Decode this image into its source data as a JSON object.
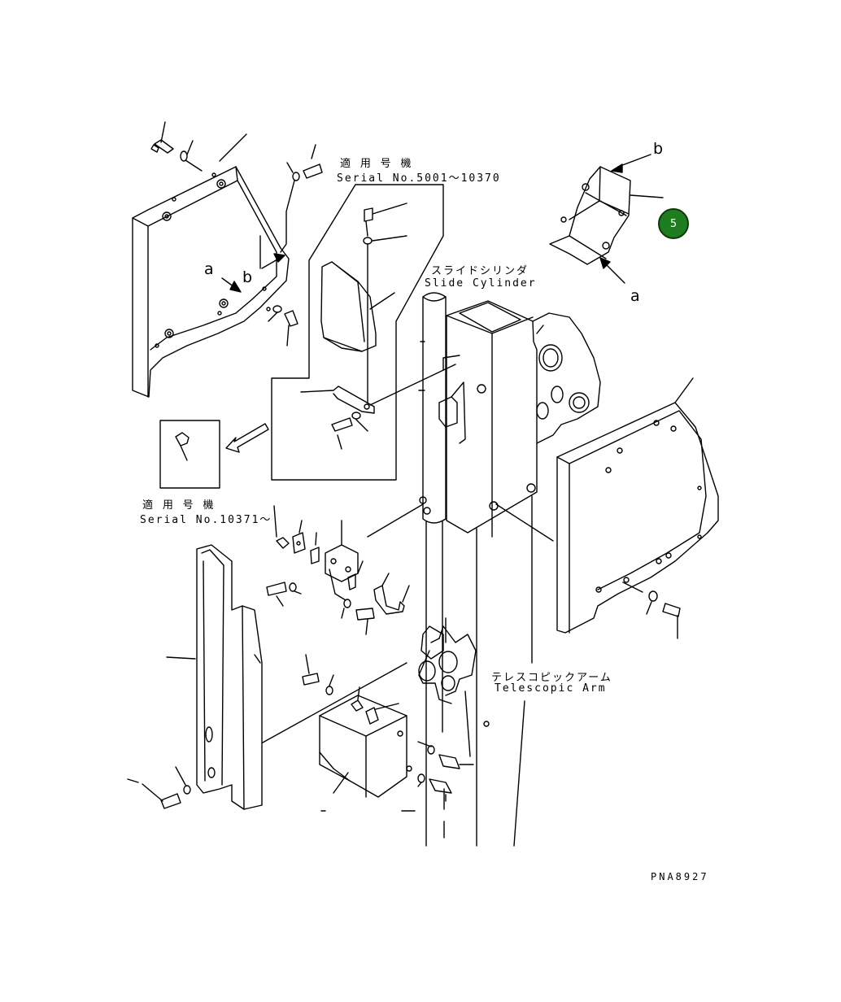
{
  "labels": {
    "serial_top_jp": "適 用 号 機",
    "serial_top": "Serial No.5001〜10370",
    "serial_bottom_jp": "適 用 号 機",
    "serial_bottom": "Serial No.10371〜",
    "slide_cylinder_jp": "スライドシリンダ",
    "slide_cylinder": "Slide Cylinder",
    "telescopic_arm_jp": "テレスコピックアーム",
    "telescopic_arm": "Telescopic Arm",
    "ref_a_left": "a",
    "ref_b_left": "b",
    "ref_a_right": "a",
    "ref_b_right": "b",
    "drawing_code": "PNA8927"
  },
  "badge": {
    "number": "5",
    "color": "#1e7d1e"
  }
}
